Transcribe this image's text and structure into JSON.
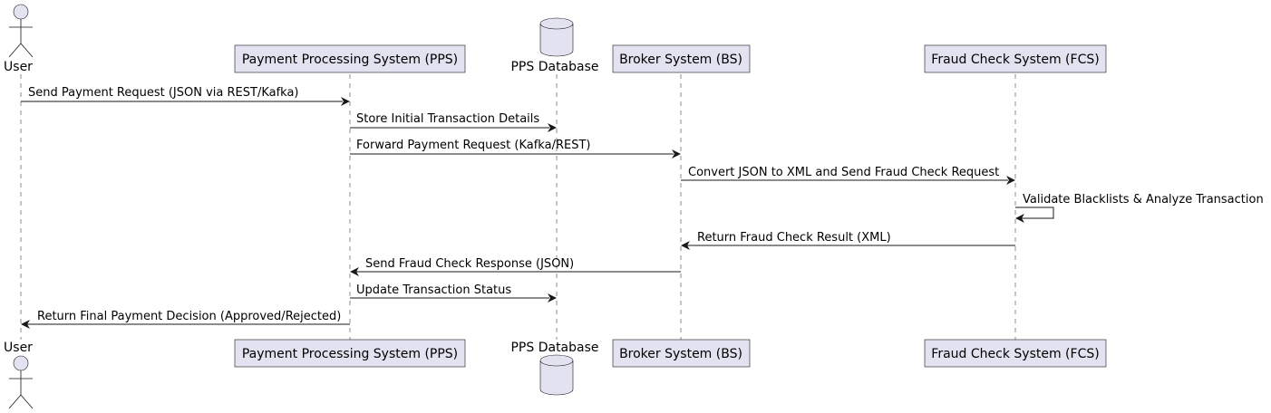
{
  "participants": {
    "user": {
      "label": "User"
    },
    "pps": {
      "label": "Payment Processing System (PPS)"
    },
    "db": {
      "label": "PPS Database"
    },
    "bs": {
      "label": "Broker System (BS)"
    },
    "fcs": {
      "label": "Fraud Check System (FCS)"
    }
  },
  "messages": [
    {
      "from": "user",
      "to": "pps",
      "label": "Send Payment Request (JSON via REST/Kafka)"
    },
    {
      "from": "pps",
      "to": "db",
      "label": "Store Initial Transaction Details"
    },
    {
      "from": "pps",
      "to": "bs",
      "label": "Forward Payment Request (Kafka/REST)"
    },
    {
      "from": "bs",
      "to": "fcs",
      "label": "Convert JSON to XML and Send Fraud Check Request"
    },
    {
      "from": "fcs",
      "to": "fcs",
      "label": "Validate Blacklists & Analyze Transaction"
    },
    {
      "from": "fcs",
      "to": "bs",
      "label": "Return Fraud Check Result (XML)"
    },
    {
      "from": "bs",
      "to": "pps",
      "label": "Send Fraud Check Response (JSON)"
    },
    {
      "from": "pps",
      "to": "db",
      "label": "Update Transaction Status"
    },
    {
      "from": "pps",
      "to": "user",
      "label": "Return Final Payment Decision (Approved/Rejected)"
    }
  ]
}
